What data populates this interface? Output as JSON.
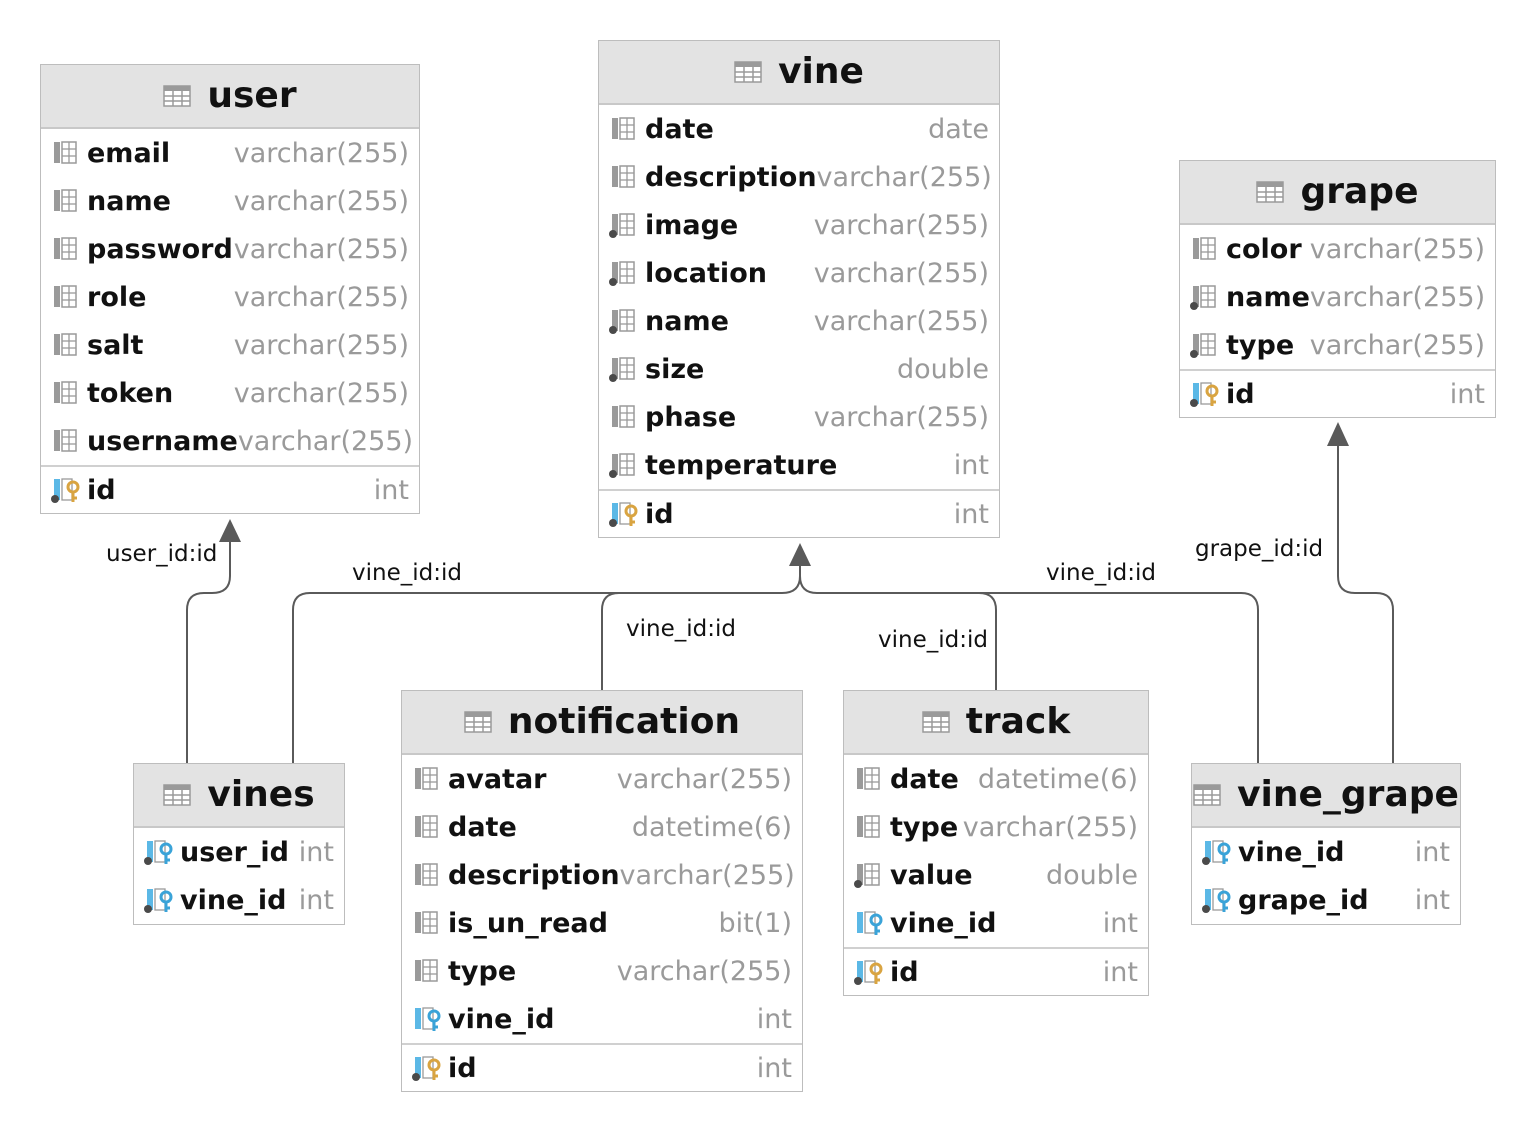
{
  "tables": {
    "user": {
      "name": "user",
      "columns": [
        {
          "name": "email",
          "type": "varchar(255)"
        },
        {
          "name": "name",
          "type": "varchar(255)"
        },
        {
          "name": "password",
          "type": "varchar(255)"
        },
        {
          "name": "role",
          "type": "varchar(255)"
        },
        {
          "name": "salt",
          "type": "varchar(255)"
        },
        {
          "name": "token",
          "type": "varchar(255)"
        },
        {
          "name": "username",
          "type": "varchar(255)"
        }
      ],
      "pk": {
        "name": "id",
        "type": "int"
      }
    },
    "vine": {
      "name": "vine",
      "columns": [
        {
          "name": "date",
          "type": "date"
        },
        {
          "name": "description",
          "type": "varchar(255)"
        },
        {
          "name": "image",
          "type": "varchar(255)"
        },
        {
          "name": "location",
          "type": "varchar(255)"
        },
        {
          "name": "name",
          "type": "varchar(255)"
        },
        {
          "name": "size",
          "type": "double"
        },
        {
          "name": "phase",
          "type": "varchar(255)"
        },
        {
          "name": "temperature",
          "type": "int"
        }
      ],
      "pk": {
        "name": "id",
        "type": "int"
      }
    },
    "grape": {
      "name": "grape",
      "columns": [
        {
          "name": "color",
          "type": "varchar(255)"
        },
        {
          "name": "name",
          "type": "varchar(255)"
        },
        {
          "name": "type",
          "type": "varchar(255)"
        }
      ],
      "pk": {
        "name": "id",
        "type": "int"
      }
    },
    "vines": {
      "name": "vines",
      "columns": [
        {
          "name": "user_id",
          "type": "int"
        },
        {
          "name": "vine_id",
          "type": "int"
        }
      ]
    },
    "notification": {
      "name": "notification",
      "columns": [
        {
          "name": "avatar",
          "type": "varchar(255)"
        },
        {
          "name": "date",
          "type": "datetime(6)"
        },
        {
          "name": "description",
          "type": "varchar(255)"
        },
        {
          "name": "is_un_read",
          "type": "bit(1)"
        },
        {
          "name": "type",
          "type": "varchar(255)"
        },
        {
          "name": "vine_id",
          "type": "int"
        }
      ],
      "pk": {
        "name": "id",
        "type": "int"
      }
    },
    "track": {
      "name": "track",
      "columns": [
        {
          "name": "date",
          "type": "datetime(6)"
        },
        {
          "name": "type",
          "type": "varchar(255)"
        },
        {
          "name": "value",
          "type": "double"
        },
        {
          "name": "vine_id",
          "type": "int"
        }
      ],
      "pk": {
        "name": "id",
        "type": "int"
      }
    },
    "vine_grape": {
      "name": "vine_grape",
      "columns": [
        {
          "name": "vine_id",
          "type": "int"
        },
        {
          "name": "grape_id",
          "type": "int"
        }
      ]
    }
  },
  "relations": [
    {
      "label": "user_id:id"
    },
    {
      "label": "vine_id:id"
    },
    {
      "label": "vine_id:id"
    },
    {
      "label": "vine_id:id"
    },
    {
      "label": "vine_id:id"
    },
    {
      "label": "grape_id:id"
    }
  ],
  "colors": {
    "header_bg": "#e3e3e3",
    "border": "#bdbdbd",
    "type_text": "#9a9a9a",
    "edge": "#555555",
    "key_gold": "#d9a441",
    "key_blue": "#3aa3d8"
  }
}
